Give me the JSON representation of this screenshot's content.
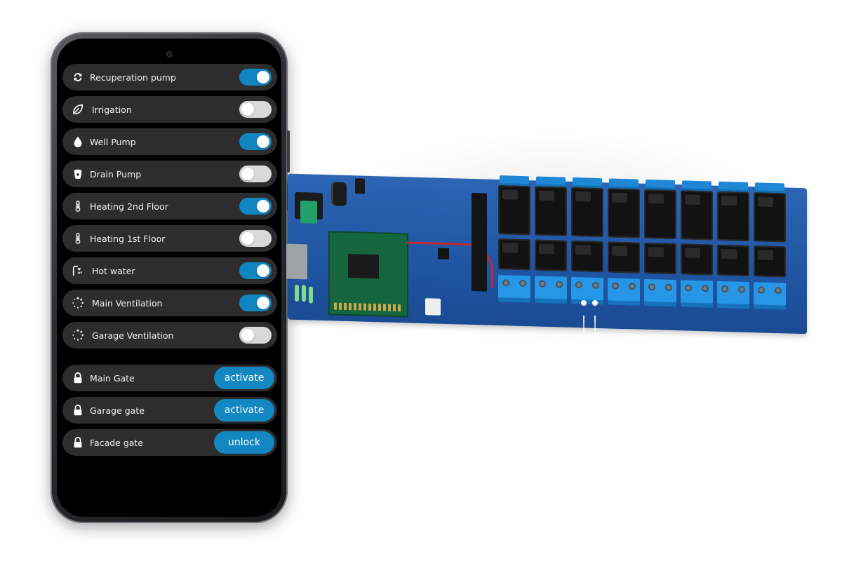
{
  "switches": [
    {
      "label": "Recuperation pump",
      "icon": "recycle-arrows-icon",
      "on": true
    },
    {
      "label": "Irrigation",
      "icon": "leaf-icon",
      "on": false
    },
    {
      "label": "Well Pump",
      "icon": "water-drop-icon",
      "on": true
    },
    {
      "label": "Drain Pump",
      "icon": "drain-bucket-icon",
      "on": false
    },
    {
      "label": "Heating 2nd Floor",
      "icon": "thermometer-icon",
      "on": true
    },
    {
      "label": "Heating 1st Floor",
      "icon": "thermometer-icon",
      "on": false
    },
    {
      "label": "Hot water",
      "icon": "shower-icon",
      "on": true
    },
    {
      "label": "Main Ventilation",
      "icon": "spinner-dots-icon",
      "on": true
    },
    {
      "label": "Garage Ventilation",
      "icon": "spinner-dots-icon",
      "on": false
    }
  ],
  "gates": [
    {
      "label": "Main Gate",
      "icon": "lock-icon",
      "action": "activate"
    },
    {
      "label": "Garage gate",
      "icon": "lock-icon",
      "action": "activate"
    },
    {
      "label": "Facade gate",
      "icon": "lock-icon",
      "action": "unlock"
    }
  ],
  "colors": {
    "accent": "#0f86c1",
    "toggle_off": "#d9d9d9",
    "row_bg": "#2d2d2d",
    "screen_bg": "#000000",
    "board_blue": "#1f55a3"
  },
  "relay_board": {
    "relay_count": 16
  }
}
